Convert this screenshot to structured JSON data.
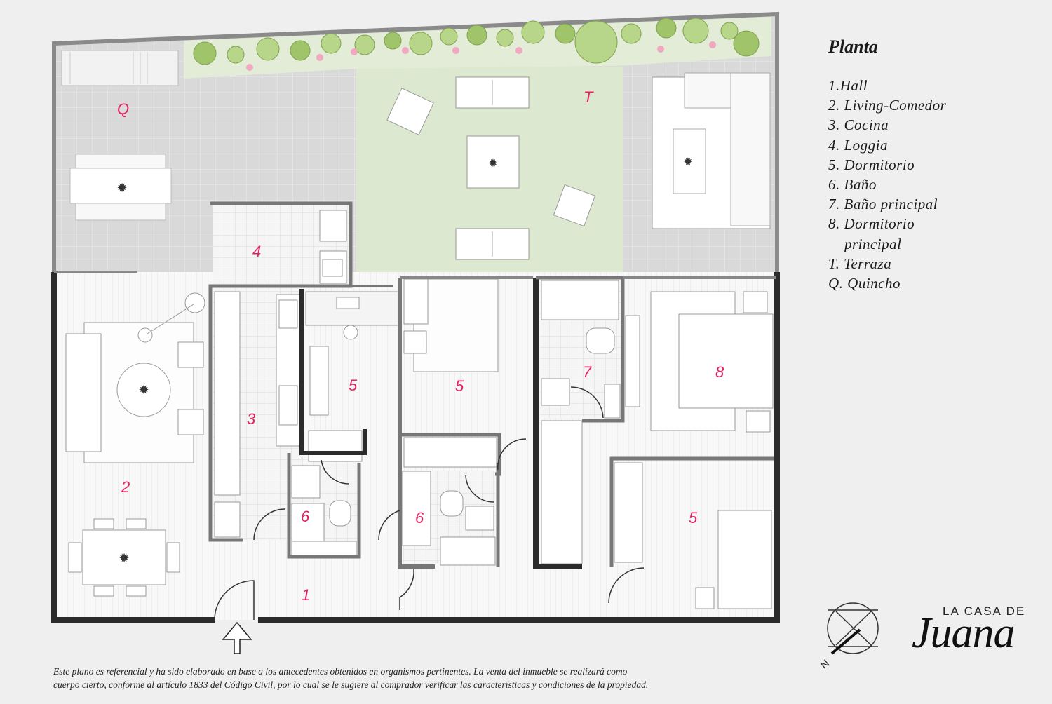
{
  "legend": {
    "title": "Planta",
    "items": [
      "1.Hall",
      "2. Living-Comedor",
      "3. Cocina",
      "4. Loggia",
      "5. Dormitorio",
      "6. Baño",
      "7. Baño principal",
      "8. Dormitorio",
      "    principal",
      "T. Terraza",
      "Q. Quincho"
    ]
  },
  "rooms": {
    "q": "Q",
    "t": "T",
    "r4": "4",
    "r2": "2",
    "r3": "3",
    "r5a": "5",
    "r5b": "5",
    "r5c": "5",
    "r7": "7",
    "r8": "8",
    "r6a": "6",
    "r6b": "6",
    "r1": "1"
  },
  "disclaimer": {
    "line1": "Este plano es referencial y ha sido elaborado en base a los antecedentes obtenidos en organismos pertinentes.  La venta del inmueble se realizará como",
    "line2": "cuerpo cierto, conforme al artículo 1833 del Código Civil, por lo cual se le sugiere al comprador verificar las características y condiciones de la propiedad."
  },
  "compass": {
    "letter": "N"
  },
  "brand": {
    "top": "LA CASA DE",
    "main": "Juana"
  },
  "colors": {
    "wall": "#2b2b2b",
    "garden": "#dce8cf",
    "label": "#e0245e",
    "floor": "#f7f7f7"
  }
}
